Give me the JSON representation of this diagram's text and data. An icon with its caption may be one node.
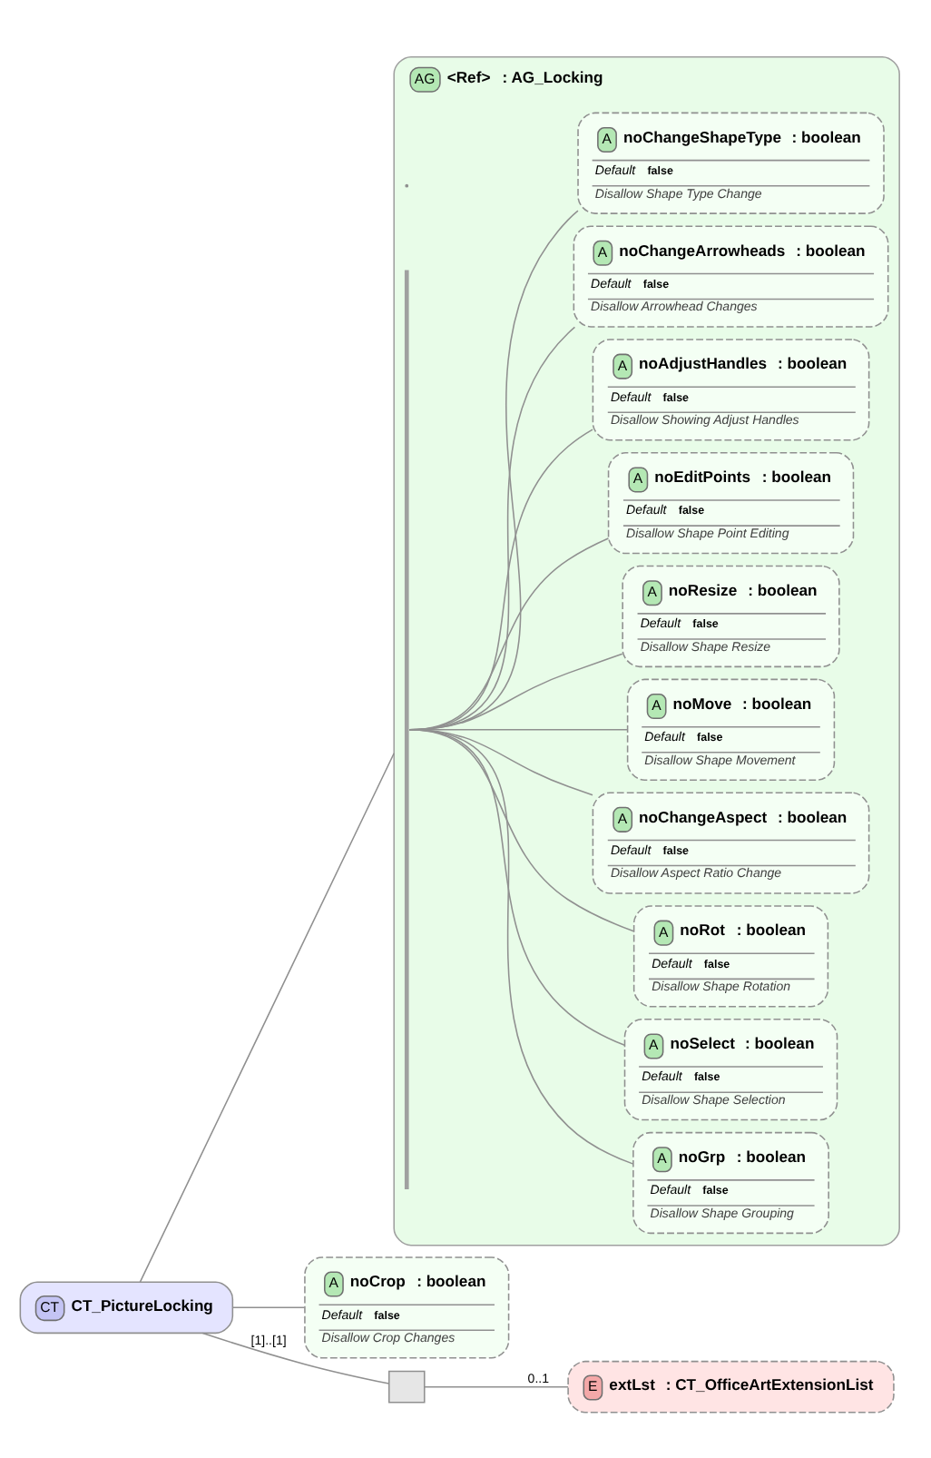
{
  "diagram": {
    "nodes": [
      {
        "text": [
          "CT",
          "CT_PictureLocking"
        ]
      },
      {
        "text": [
          "AG",
          "<Ref>",
          ": AG_Locking"
        ]
      },
      {
        "text": [],
        "shape": "bar",
        "in": 1
      },
      {
        "text": [
          "A",
          "noGrp",
          ": boolean",
          "Default",
          "false",
          "Disallow Shape Grouping"
        ],
        "in": 1
      },
      {
        "text": [
          "A",
          "noSelect",
          ": boolean",
          "Default",
          "false",
          "Disallow Shape Selection"
        ],
        "in": 1
      },
      {
        "text": [
          "A",
          "noRot",
          ": boolean",
          "Default",
          "false",
          "Disallow Shape Rotation"
        ],
        "in": 1
      },
      {
        "text": [
          "A",
          "noChangeAspect",
          ": boolean",
          "Default",
          "false",
          "Disallow Aspect Ratio Change"
        ],
        "in": 1
      },
      {
        "text": [
          "A",
          "noMove",
          ": boolean",
          "Default",
          "false",
          "Disallow Shape Movement"
        ],
        "in": 1
      },
      {
        "text": [
          "A",
          "noResize",
          ": boolean",
          "Default",
          "false",
          "Disallow Shape Resize"
        ],
        "in": 1
      },
      {
        "text": [
          "A",
          "noEditPoints",
          ": boolean",
          "Default",
          "false",
          "Disallow Shape Point Editing"
        ],
        "in": 1
      },
      {
        "text": [
          "A",
          "noAdjustHandles",
          ": boolean",
          "Default",
          "false",
          "Disallow Showing Adjust Handles"
        ],
        "in": 1
      },
      {
        "text": [
          "A",
          "noChangeArrowheads",
          ": boolean",
          "Default",
          "false",
          "Disallow Arrowhead Changes"
        ],
        "in": 1
      },
      {
        "text": [
          "A",
          "noChangeShapeType",
          ": boolean",
          "Default",
          "false",
          "Disallow Shape Type Change"
        ],
        "in": 1
      },
      {
        "text": [
          "A",
          "noCrop",
          ": boolean",
          "Default",
          "false",
          "Disallow Crop Changes"
        ]
      },
      {
        "text": [],
        "shape": "box"
      },
      {
        "text": [
          "E",
          "extLst",
          ": CT_OfficeArtExtensionList"
        ]
      }
    ],
    "edges": [
      {
        "from": 0,
        "to": 1,
        "arrow": "none"
      },
      {
        "from": 2,
        "to": 3,
        "arrow": "none"
      },
      {
        "from": 2,
        "to": 4,
        "arrow": "none"
      },
      {
        "from": 2,
        "to": 5,
        "arrow": "none"
      },
      {
        "from": 2,
        "to": 6,
        "arrow": "none"
      },
      {
        "from": 2,
        "to": 7,
        "arrow": "none"
      },
      {
        "from": 2,
        "to": 8,
        "arrow": "none"
      },
      {
        "from": 2,
        "to": 9,
        "arrow": "none"
      },
      {
        "from": 2,
        "to": 10,
        "arrow": "none"
      },
      {
        "from": 2,
        "to": 11,
        "arrow": "none"
      },
      {
        "from": 2,
        "to": 12,
        "arrow": "none"
      },
      {
        "from": 0,
        "to": 13,
        "arrow": "none"
      },
      {
        "from": 0,
        "to": 14,
        "label": "[1]..[1]",
        "arrow": "none"
      },
      {
        "from": 14,
        "to": 15,
        "label": "0..1",
        "arrow": "none"
      }
    ]
  }
}
